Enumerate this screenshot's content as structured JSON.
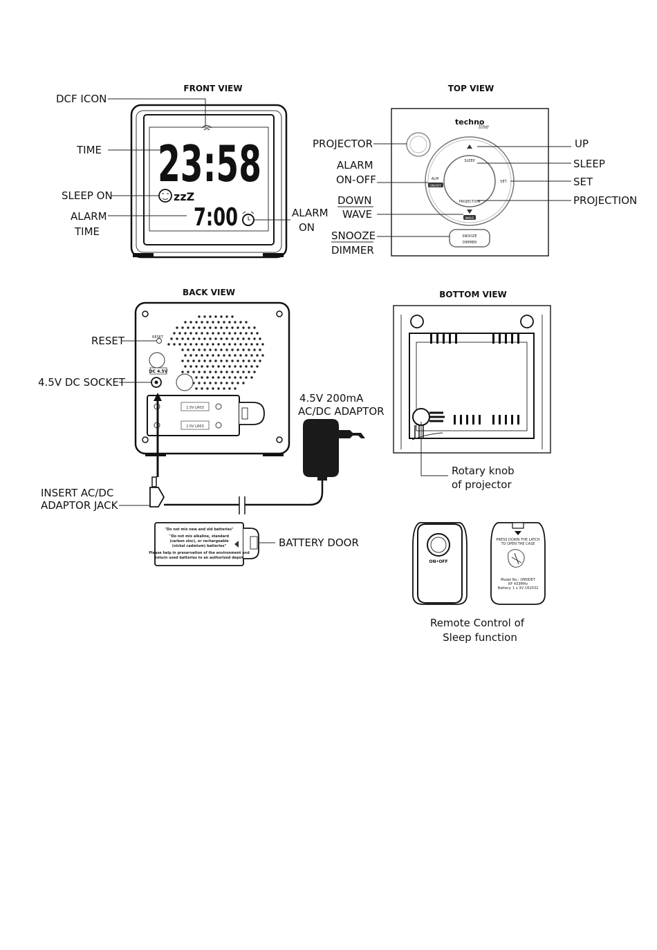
{
  "headings": {
    "front": "FRONT VIEW",
    "top": "TOP VIEW",
    "back": "BACK VIEW",
    "bottom": "BOTTOM  VIEW"
  },
  "front_labels": {
    "dcf_icon": "DCF ICON",
    "time": "TIME",
    "sleep_on": "SLEEP ON",
    "alarm_time_1": "ALARM",
    "alarm_time_2": "TIME",
    "alarm_on_1": "ALARM",
    "alarm_on_2": "ON"
  },
  "front_display": {
    "main_time": "23:58",
    "alarm_time": "7:00",
    "sleep_symbol": "zzZ"
  },
  "top_labels": {
    "projector": "PROJECTOR",
    "alarm_onoff_1": "ALARM",
    "alarm_onoff_2": "ON-OFF",
    "down": "DOWN",
    "wave": "WAVE",
    "snooze": "SNOOZE",
    "dimmer": "DIMMER",
    "up": "UP",
    "sleep": "SLEEP",
    "set": "SET",
    "projection": "PROJECTION"
  },
  "top_device": {
    "brand_1": "techno",
    "brand_2": "line",
    "btn_sleep": "SLEEP",
    "btn_set": "SET",
    "btn_projection": "PROJECTION",
    "btn_alm": "ALM",
    "btn_onoff": "ON/OFF",
    "btn_wave": "WAVE",
    "btn_snooze": "SNOOZE",
    "btn_dimmer": "DIMMER"
  },
  "back_labels": {
    "reset": "RESET",
    "dc_socket": "4.5V DC SOCKET",
    "adaptor_1": "4.5V 200mA",
    "adaptor_2": "AC/DC ADAPTOR",
    "insert_jack_1": "INSERT AC/DC",
    "insert_jack_2": "ADAPTOR JACK",
    "battery_door": "BATTERY DOOR"
  },
  "back_device": {
    "reset_tiny": "RESET",
    "dc_tiny": "DC 4.5V",
    "batt_1": "1.5V   LR03",
    "batt_2": "1.5V   LR03"
  },
  "battery_door_text": {
    "line1": "\"Do not mix new and old batteries\"",
    "line2": "\"Do not mix alkaline, standard",
    "line3": "(carbon zinc), or rechargeable",
    "line4": "(nickel cadmium) batteries\"",
    "line5": "Please help in preservation of the environment and",
    "line6": "return used batteries to an authorized depot"
  },
  "bottom_labels": {
    "rotary_1": "Rotary knob",
    "rotary_2": "of projector"
  },
  "remote": {
    "onoff": "ON•OFF",
    "back_1": "PRESS DOWN THE LATCH",
    "back_2": "TO OPEN THE CASE",
    "back_3": "Model No.: OM0DET",
    "back_4": "RF 433MHz",
    "back_5": "Battery: 1 x 3V CR2032",
    "caption_1": "Remote Control of",
    "caption_2": "Sleep function"
  }
}
